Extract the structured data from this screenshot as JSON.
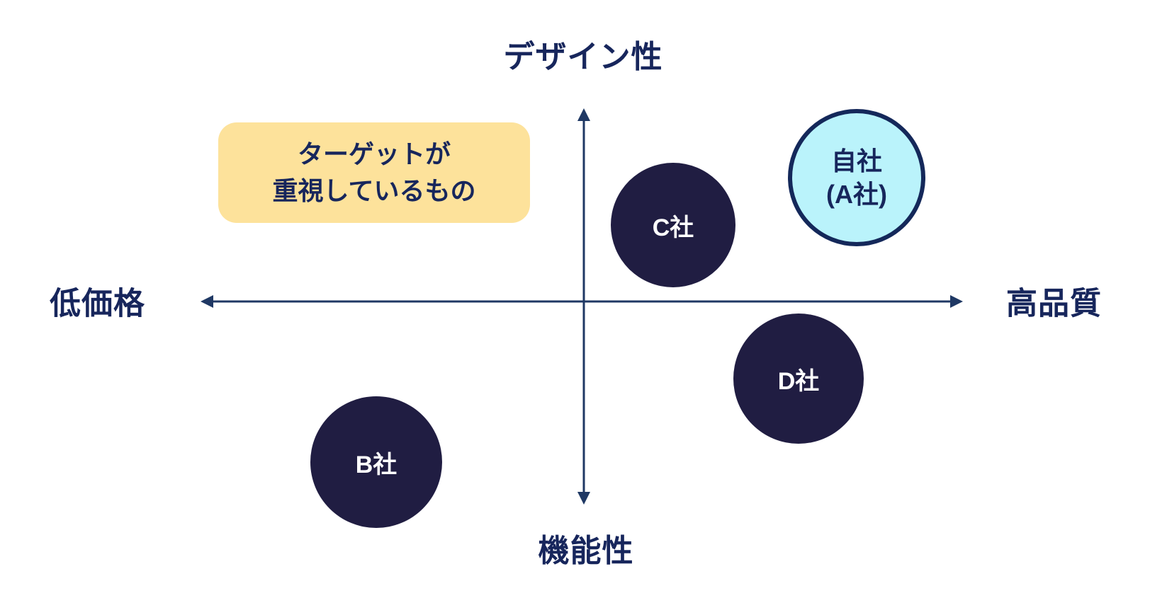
{
  "diagram": {
    "type": "positioning-map",
    "axis_labels": {
      "top": "デザイン性",
      "bottom": "機能性",
      "left": "低価格",
      "right": "高品質"
    },
    "callout": {
      "line1": "ターゲットが",
      "line2": "重視しているもの"
    },
    "bubbles": {
      "own": {
        "line1": "自社",
        "line2": "(A社)"
      },
      "b": {
        "label": "B社"
      },
      "c": {
        "label": "C社"
      },
      "d": {
        "label": "D社"
      }
    },
    "colors": {
      "navy_text": "#17265C",
      "axis_line": "#1F3864",
      "competitor_fill": "#201D42",
      "competitor_text": "#FFFFFF",
      "own_fill": "#BAF3FB",
      "own_border": "#14285A",
      "callout_bg": "#FDE29B"
    }
  }
}
